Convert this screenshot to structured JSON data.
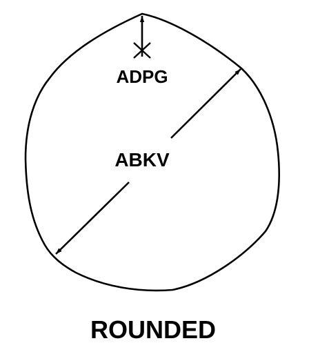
{
  "diagram": {
    "caption": "ROUNDED",
    "dimension_labels": {
      "across": "ABKV",
      "depth": "ADPG"
    },
    "colors": {
      "line": "#000000",
      "background": "#ffffff"
    }
  }
}
